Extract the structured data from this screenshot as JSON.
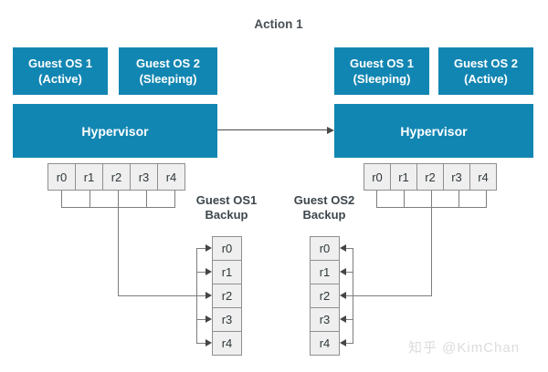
{
  "title": "Action 1",
  "watermark": "知乎 @KimChan",
  "colors": {
    "box_teal": "#1286b2",
    "cell_fill": "#eeefee",
    "cell_border": "#8f8f8f",
    "connector_gray": "#7d7d7d",
    "arrow_dark": "#454545",
    "label_text": "#3c464c",
    "watermark_gray": "#dcdcdc"
  },
  "left_stack": {
    "guests": [
      {
        "line1": "Guest OS 1",
        "line2": "(Active)"
      },
      {
        "line1": "Guest OS 2",
        "line2": "(Sleeping)"
      }
    ],
    "hypervisor": "Hypervisor",
    "registers": [
      "r0",
      "r1",
      "r2",
      "r3",
      "r4"
    ]
  },
  "right_stack": {
    "guests": [
      {
        "line1": "Guest OS 1",
        "line2": "(Sleeping)"
      },
      {
        "line1": "Guest OS 2",
        "line2": "(Active)"
      }
    ],
    "hypervisor": "Hypervisor",
    "registers": [
      "r0",
      "r1",
      "r2",
      "r3",
      "r4"
    ]
  },
  "backups": {
    "left": {
      "label_line1": "Guest OS1",
      "label_line2": "Backup",
      "cells": [
        "r0",
        "r1",
        "r2",
        "r3",
        "r4"
      ]
    },
    "right": {
      "label_line1": "Guest OS2",
      "label_line2": "Backup",
      "cells": [
        "r0",
        "r1",
        "r2",
        "r3",
        "r4"
      ]
    }
  }
}
